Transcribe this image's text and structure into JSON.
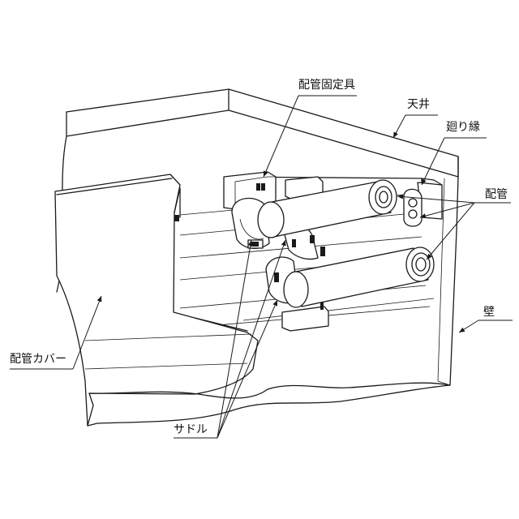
{
  "labels": {
    "pipe_fixture": "配管固定具",
    "ceiling": "天井",
    "molding": "廻り縁",
    "piping": "配管",
    "wall": "壁",
    "pipe_cover": "配管カバー",
    "saddle": "サドル"
  }
}
